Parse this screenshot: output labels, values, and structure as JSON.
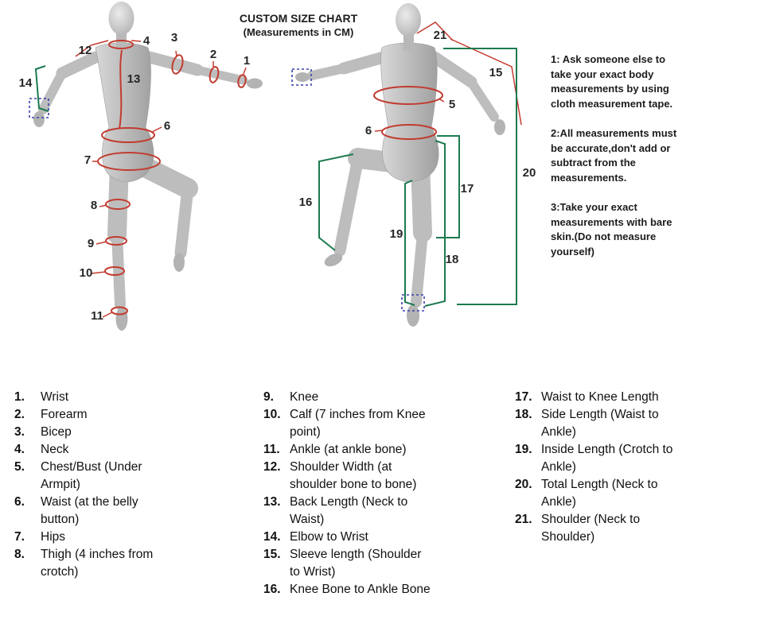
{
  "title": "CUSTOM SIZE CHART",
  "subtitle": "(Measurements in CM)",
  "instructions": [
    "1: Ask someone else to take your exact body measurements by using cloth measurement tape.",
    "2:All measurements must be accurate,don't add or subtract from the measurements.",
    "3:Take your exact measurements with bare skin.(Do not measure yourself)"
  ],
  "figure_markers": {
    "back": [
      "12",
      "4",
      "3",
      "2",
      "1",
      "14",
      "13",
      "6",
      "7",
      "8",
      "9",
      "10",
      "11"
    ],
    "front": [
      "21",
      "15",
      "5",
      "6",
      "16",
      "19",
      "17",
      "18",
      "20"
    ]
  },
  "legend": {
    "columns": [
      {
        "items": [
          {
            "num": "1.",
            "label": "Wrist"
          },
          {
            "num": "2.",
            "label": "Forearm"
          },
          {
            "num": "3.",
            "label": "Bicep"
          },
          {
            "num": "4.",
            "label": "Neck"
          },
          {
            "num": "5.",
            "label": "Chest/Bust (Under Armpit)"
          },
          {
            "num": "6.",
            "label": "Waist (at the belly button)"
          },
          {
            "num": "7.",
            "label": "Hips"
          },
          {
            "num": "8.",
            "label": "Thigh (4 inches from crotch)"
          }
        ]
      },
      {
        "items": [
          {
            "num": "9.",
            "label": "Knee"
          },
          {
            "num": "10.",
            "label": "Calf (7 inches from Knee point)"
          },
          {
            "num": "11.",
            "label": "Ankle (at ankle bone)"
          },
          {
            "num": "12.",
            "label": "Shoulder Width (at shoulder bone to bone)"
          },
          {
            "num": "13.",
            "label": "Back Length (Neck to Waist)"
          },
          {
            "num": "14.",
            "label": "Elbow to Wrist"
          },
          {
            "num": "15.",
            "label": "Sleeve length (Shoulder to Wrist)"
          },
          {
            "num": "16.",
            "label": "Knee Bone to Ankle Bone"
          }
        ]
      },
      {
        "items": [
          {
            "num": "17.",
            "label": "Waist to Knee Length"
          },
          {
            "num": "18.",
            "label": "Side Length (Waist to Ankle)"
          },
          {
            "num": "19.",
            "label": "Inside Length (Crotch to Ankle)"
          },
          {
            "num": "20.",
            "label": "Total Length (Neck to Ankle)"
          },
          {
            "num": "21.",
            "label": "Shoulder (Neck to Shoulder)"
          }
        ]
      }
    ]
  },
  "colors": {
    "measure_ring": "#c23b2f",
    "measure_bracket": "#1d7a4f",
    "dashed_marker": "#3a3fae",
    "figure_gray": "#bdbdbd",
    "text_color": "#1c1c1c"
  }
}
